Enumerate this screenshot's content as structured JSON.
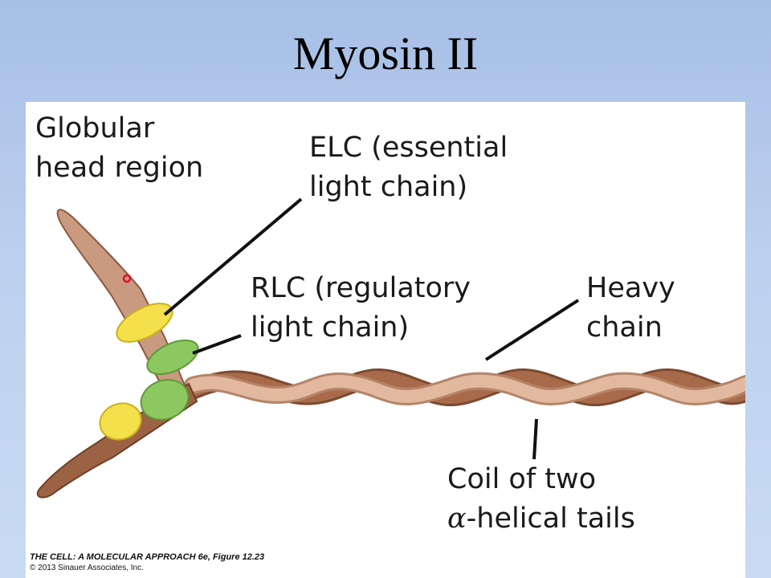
{
  "slide": {
    "title": "Myosin II"
  },
  "labels": {
    "globular_head": [
      "Globular",
      "head region"
    ],
    "elc": [
      "ELC (essential",
      "light chain)"
    ],
    "rlc": [
      "RLC (regulatory",
      "light chain)"
    ],
    "heavy_chain": [
      "Heavy",
      "chain"
    ],
    "coil_line1": "Coil of two",
    "coil_alpha": "α",
    "coil_line2_rest": "-helical tails"
  },
  "caption": {
    "source": "THE CELL: A MOLECULAR APPROACH 6e, Figure 12.23",
    "copyright": "© 2013 Sinauer Associates, Inc."
  },
  "colors": {
    "heavy_chain_dark": "#a86a4a",
    "heavy_chain_light": "#e2b89e",
    "elc_yellow": "#f4e04a",
    "rlc_green": "#8cc760",
    "leader_line": "#111111"
  }
}
